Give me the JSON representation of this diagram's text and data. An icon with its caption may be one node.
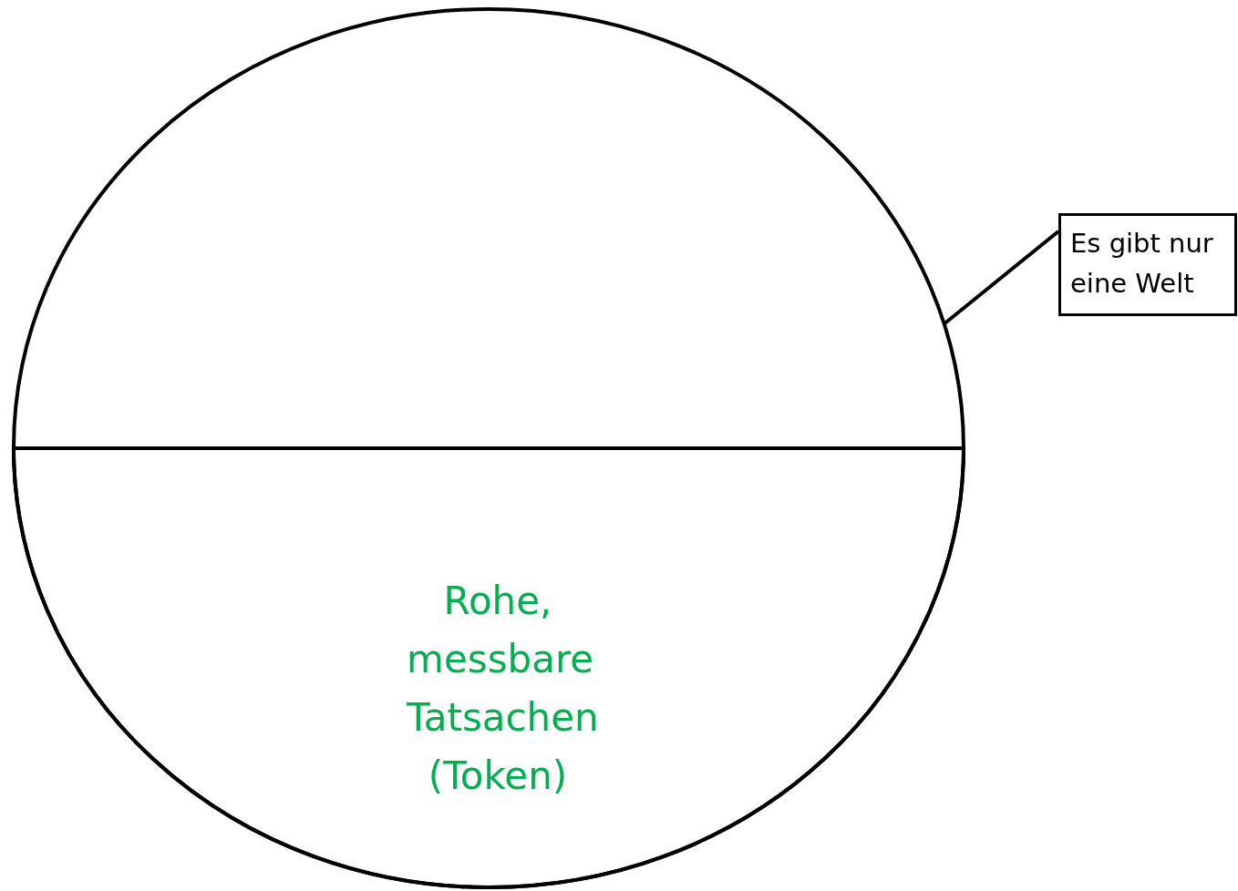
{
  "diagram": {
    "nodes": [
      {
        "text": [],
        "shape": "ellipse"
      },
      {
        "text": [
          "Rohe, messbare Tatsachen (Token)"
        ],
        "in": 0
      },
      {
        "text": [
          "Es gibt nur eine Welt"
        ]
      }
    ],
    "edges": [
      {
        "from": 2,
        "to": 0,
        "arrow": "none"
      }
    ]
  }
}
